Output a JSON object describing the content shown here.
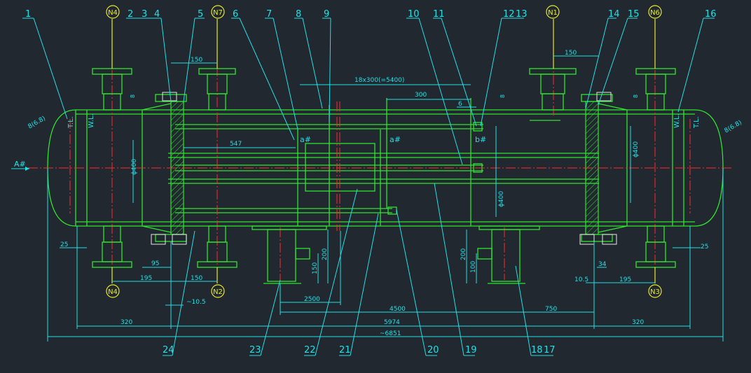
{
  "drawing": {
    "background": "#212830",
    "colors": {
      "dimension": "#22e0e6",
      "outline": "#2fe52f",
      "centerline": "#ff2a2a",
      "nozzle_axis": "#e8e82a",
      "text": "#22e0e6"
    },
    "part_numbers": [
      "1",
      "2",
      "3",
      "4",
      "5",
      "6",
      "7",
      "8",
      "9",
      "10",
      "11",
      "12",
      "13",
      "14",
      "15",
      "16",
      "17",
      "18",
      "19",
      "20",
      "21",
      "22",
      "23",
      "24"
    ],
    "nozzles": [
      "N4",
      "N7",
      "N1",
      "N6",
      "N4",
      "N2",
      "N3"
    ],
    "section_marks": [
      "a#",
      "a#",
      "b#"
    ],
    "view_mark": "A#",
    "tangent_line": "T.L.",
    "weld_line": "W.L.",
    "thickness_left": "8(6.8)",
    "thickness_right": "8(6.8)",
    "dimensions": {
      "baffle_pitch": "18x300(=5400)",
      "d150_top": "150",
      "d150_right": "150",
      "d300": "300",
      "d6": "6",
      "d547": "547",
      "d8a": "8",
      "d8b": "8",
      "d8c": "8",
      "d400_left": "ϕ400",
      "d400_mid": "ϕ400",
      "d400_right": "ϕ400",
      "d25_left": "25",
      "d25_right": "25",
      "d95": "95",
      "d195_left": "195",
      "d195_right": "195",
      "d150_bottom": "150",
      "d10_5_left": "~10.5",
      "d10_5_right": "10.5",
      "d34": "34",
      "d200_a": "200",
      "d150_saddle": "150",
      "d200_b": "200",
      "d100": "100",
      "d2500": "2500",
      "d4500": "4500",
      "d750": "750",
      "d320_left": "320",
      "d5974": "5974",
      "d320_right": "320",
      "d6851": "~6851"
    }
  }
}
